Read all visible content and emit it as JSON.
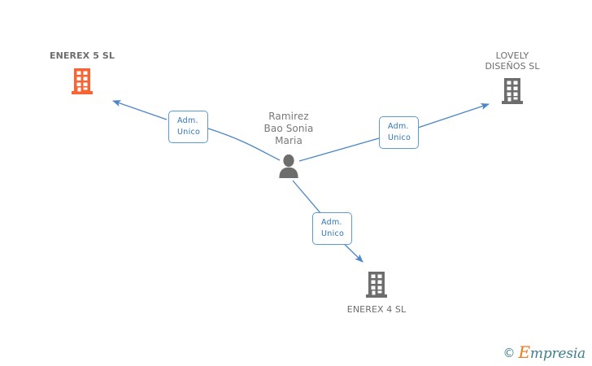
{
  "graph": {
    "title": "Empresia relationship graph",
    "background_color": "#ffffff",
    "edge_color": "#4a86c8",
    "chip_border_color": "#5b9bd5",
    "chip_text_color": "#2e75b6",
    "company_gray": "#6d6d6d",
    "company_orange": "#fa6432",
    "person_color": "#6d6d6d"
  },
  "person": {
    "label": "Ramirez\nBao Sonia\nMaria",
    "icon": "person-icon",
    "color": "#6d6d6d"
  },
  "companies": [
    {
      "id": "enerex5",
      "label": "ENEREX 5 SL",
      "icon": "building-icon",
      "color": "#fa6432",
      "highlighted": true,
      "label_position": "above"
    },
    {
      "id": "lovely",
      "label": "LOVELY\nDISEÑOS SL",
      "icon": "building-icon",
      "color": "#6d6d6d",
      "highlighted": false,
      "label_position": "above"
    },
    {
      "id": "enerex4",
      "label": "ENEREX 4 SL",
      "icon": "building-icon",
      "color": "#6d6d6d",
      "highlighted": false,
      "label_position": "below"
    }
  ],
  "relations": [
    {
      "id": "rel-enerex5",
      "label": "Adm.\nUnico",
      "from": "person",
      "to": "enerex5",
      "direction": "up-left"
    },
    {
      "id": "rel-lovely",
      "label": "Adm.\nUnico",
      "from": "person",
      "to": "lovely",
      "direction": "up-right"
    },
    {
      "id": "rel-enerex4",
      "label": "Adm.\nUnico",
      "from": "person",
      "to": "enerex4",
      "direction": "down-right"
    }
  ],
  "watermark": {
    "copyright": "©",
    "brand_initial": "E",
    "brand_rest": "mpresia"
  }
}
